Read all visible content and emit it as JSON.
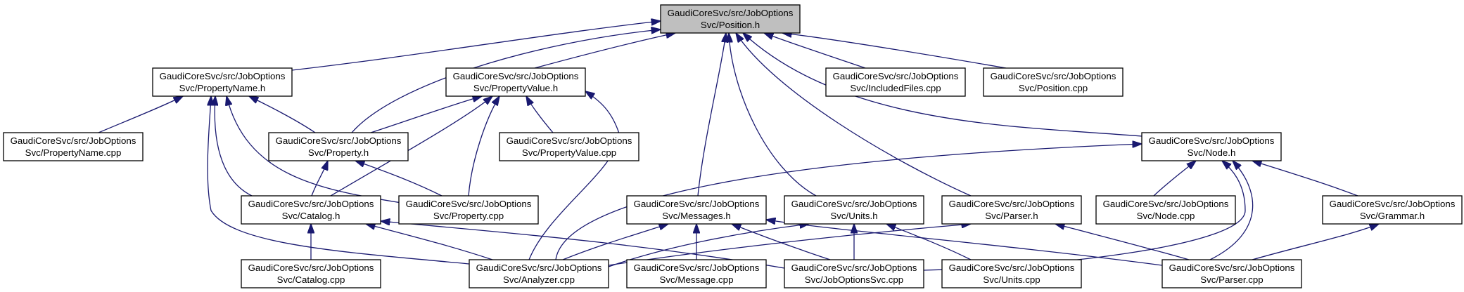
{
  "diagram": {
    "title": "",
    "colors": {
      "edge": "#191970",
      "node_fill": "#ffffff",
      "root_fill": "#bfbfbf",
      "border": "#000000"
    },
    "nodes": [
      {
        "id": "position_h",
        "line1": "GaudiCoreSvc/src/JobOptions",
        "line2": "Svc/Position.h",
        "root": true
      },
      {
        "id": "propertyname_h",
        "line1": "GaudiCoreSvc/src/JobOptions",
        "line2": "Svc/PropertyName.h"
      },
      {
        "id": "propertyvalue_h",
        "line1": "GaudiCoreSvc/src/JobOptions",
        "line2": "Svc/PropertyValue.h"
      },
      {
        "id": "includedfiles_cpp",
        "line1": "GaudiCoreSvc/src/JobOptions",
        "line2": "Svc/IncludedFiles.cpp"
      },
      {
        "id": "position_cpp",
        "line1": "GaudiCoreSvc/src/JobOptions",
        "line2": "Svc/Position.cpp"
      },
      {
        "id": "propertyname_cpp",
        "line1": "GaudiCoreSvc/src/JobOptions",
        "line2": "Svc/PropertyName.cpp"
      },
      {
        "id": "property_h",
        "line1": "GaudiCoreSvc/src/JobOptions",
        "line2": "Svc/Property.h"
      },
      {
        "id": "propertyvalue_cpp",
        "line1": "GaudiCoreSvc/src/JobOptions",
        "line2": "Svc/PropertyValue.cpp"
      },
      {
        "id": "node_h",
        "line1": "GaudiCoreSvc/src/JobOptions",
        "line2": "Svc/Node.h"
      },
      {
        "id": "catalog_h",
        "line1": "GaudiCoreSvc/src/JobOptions",
        "line2": "Svc/Catalog.h"
      },
      {
        "id": "property_cpp",
        "line1": "GaudiCoreSvc/src/JobOptions",
        "line2": "Svc/Property.cpp"
      },
      {
        "id": "messages_h",
        "line1": "GaudiCoreSvc/src/JobOptions",
        "line2": "Svc/Messages.h"
      },
      {
        "id": "units_h",
        "line1": "GaudiCoreSvc/src/JobOptions",
        "line2": "Svc/Units.h"
      },
      {
        "id": "parser_h",
        "line1": "GaudiCoreSvc/src/JobOptions",
        "line2": "Svc/Parser.h"
      },
      {
        "id": "node_cpp",
        "line1": "GaudiCoreSvc/src/JobOptions",
        "line2": "Svc/Node.cpp"
      },
      {
        "id": "grammar_h",
        "line1": "GaudiCoreSvc/src/JobOptions",
        "line2": "Svc/Grammar.h"
      },
      {
        "id": "catalog_cpp",
        "line1": "GaudiCoreSvc/src/JobOptions",
        "line2": "Svc/Catalog.cpp"
      },
      {
        "id": "analyzer_cpp",
        "line1": "GaudiCoreSvc/src/JobOptions",
        "line2": "Svc/Analyzer.cpp"
      },
      {
        "id": "message_cpp",
        "line1": "GaudiCoreSvc/src/JobOptions",
        "line2": "Svc/Message.cpp"
      },
      {
        "id": "joboptionssvc_cpp",
        "line1": "GaudiCoreSvc/src/JobOptions",
        "line2": "Svc/JobOptionsSvc.cpp"
      },
      {
        "id": "units_cpp",
        "line1": "GaudiCoreSvc/src/JobOptions",
        "line2": "Svc/Units.cpp"
      },
      {
        "id": "parser_cpp",
        "line1": "GaudiCoreSvc/src/JobOptions",
        "line2": "Svc/Parser.cpp"
      }
    ],
    "edges": [
      {
        "from": "propertyname_h",
        "to": "position_h"
      },
      {
        "from": "property_h",
        "to": "position_h"
      },
      {
        "from": "propertyvalue_h",
        "to": "position_h"
      },
      {
        "from": "messages_h",
        "to": "position_h"
      },
      {
        "from": "units_h",
        "to": "position_h"
      },
      {
        "from": "parser_h",
        "to": "position_h"
      },
      {
        "from": "includedfiles_cpp",
        "to": "position_h"
      },
      {
        "from": "position_cpp",
        "to": "position_h"
      },
      {
        "from": "node_h",
        "to": "position_h"
      },
      {
        "from": "propertyname_cpp",
        "to": "propertyname_h"
      },
      {
        "from": "property_h",
        "to": "propertyname_h"
      },
      {
        "from": "catalog_h",
        "to": "propertyname_h"
      },
      {
        "from": "property_cpp",
        "to": "propertyname_h"
      },
      {
        "from": "analyzer_cpp",
        "to": "propertyname_h"
      },
      {
        "from": "property_h",
        "to": "propertyvalue_h"
      },
      {
        "from": "propertyvalue_cpp",
        "to": "propertyvalue_h"
      },
      {
        "from": "catalog_h",
        "to": "propertyvalue_h"
      },
      {
        "from": "property_cpp",
        "to": "propertyvalue_h"
      },
      {
        "from": "analyzer_cpp",
        "to": "propertyvalue_h"
      },
      {
        "from": "catalog_h",
        "to": "property_h"
      },
      {
        "from": "property_cpp",
        "to": "property_h"
      },
      {
        "from": "catalog_cpp",
        "to": "catalog_h"
      },
      {
        "from": "analyzer_cpp",
        "to": "catalog_h"
      },
      {
        "from": "joboptionssvc_cpp",
        "to": "catalog_h"
      },
      {
        "from": "analyzer_cpp",
        "to": "messages_h"
      },
      {
        "from": "message_cpp",
        "to": "messages_h"
      },
      {
        "from": "joboptionssvc_cpp",
        "to": "messages_h"
      },
      {
        "from": "parser_cpp",
        "to": "messages_h"
      },
      {
        "from": "analyzer_cpp",
        "to": "units_h"
      },
      {
        "from": "joboptionssvc_cpp",
        "to": "units_h"
      },
      {
        "from": "units_cpp",
        "to": "units_h"
      },
      {
        "from": "analyzer_cpp",
        "to": "parser_h"
      },
      {
        "from": "parser_cpp",
        "to": "parser_h"
      },
      {
        "from": "analyzer_cpp",
        "to": "node_h"
      },
      {
        "from": "node_cpp",
        "to": "node_h"
      },
      {
        "from": "grammar_h",
        "to": "node_h"
      },
      {
        "from": "joboptionssvc_cpp",
        "to": "node_h"
      },
      {
        "from": "parser_cpp",
        "to": "node_h"
      },
      {
        "from": "parser_cpp",
        "to": "grammar_h"
      }
    ]
  }
}
